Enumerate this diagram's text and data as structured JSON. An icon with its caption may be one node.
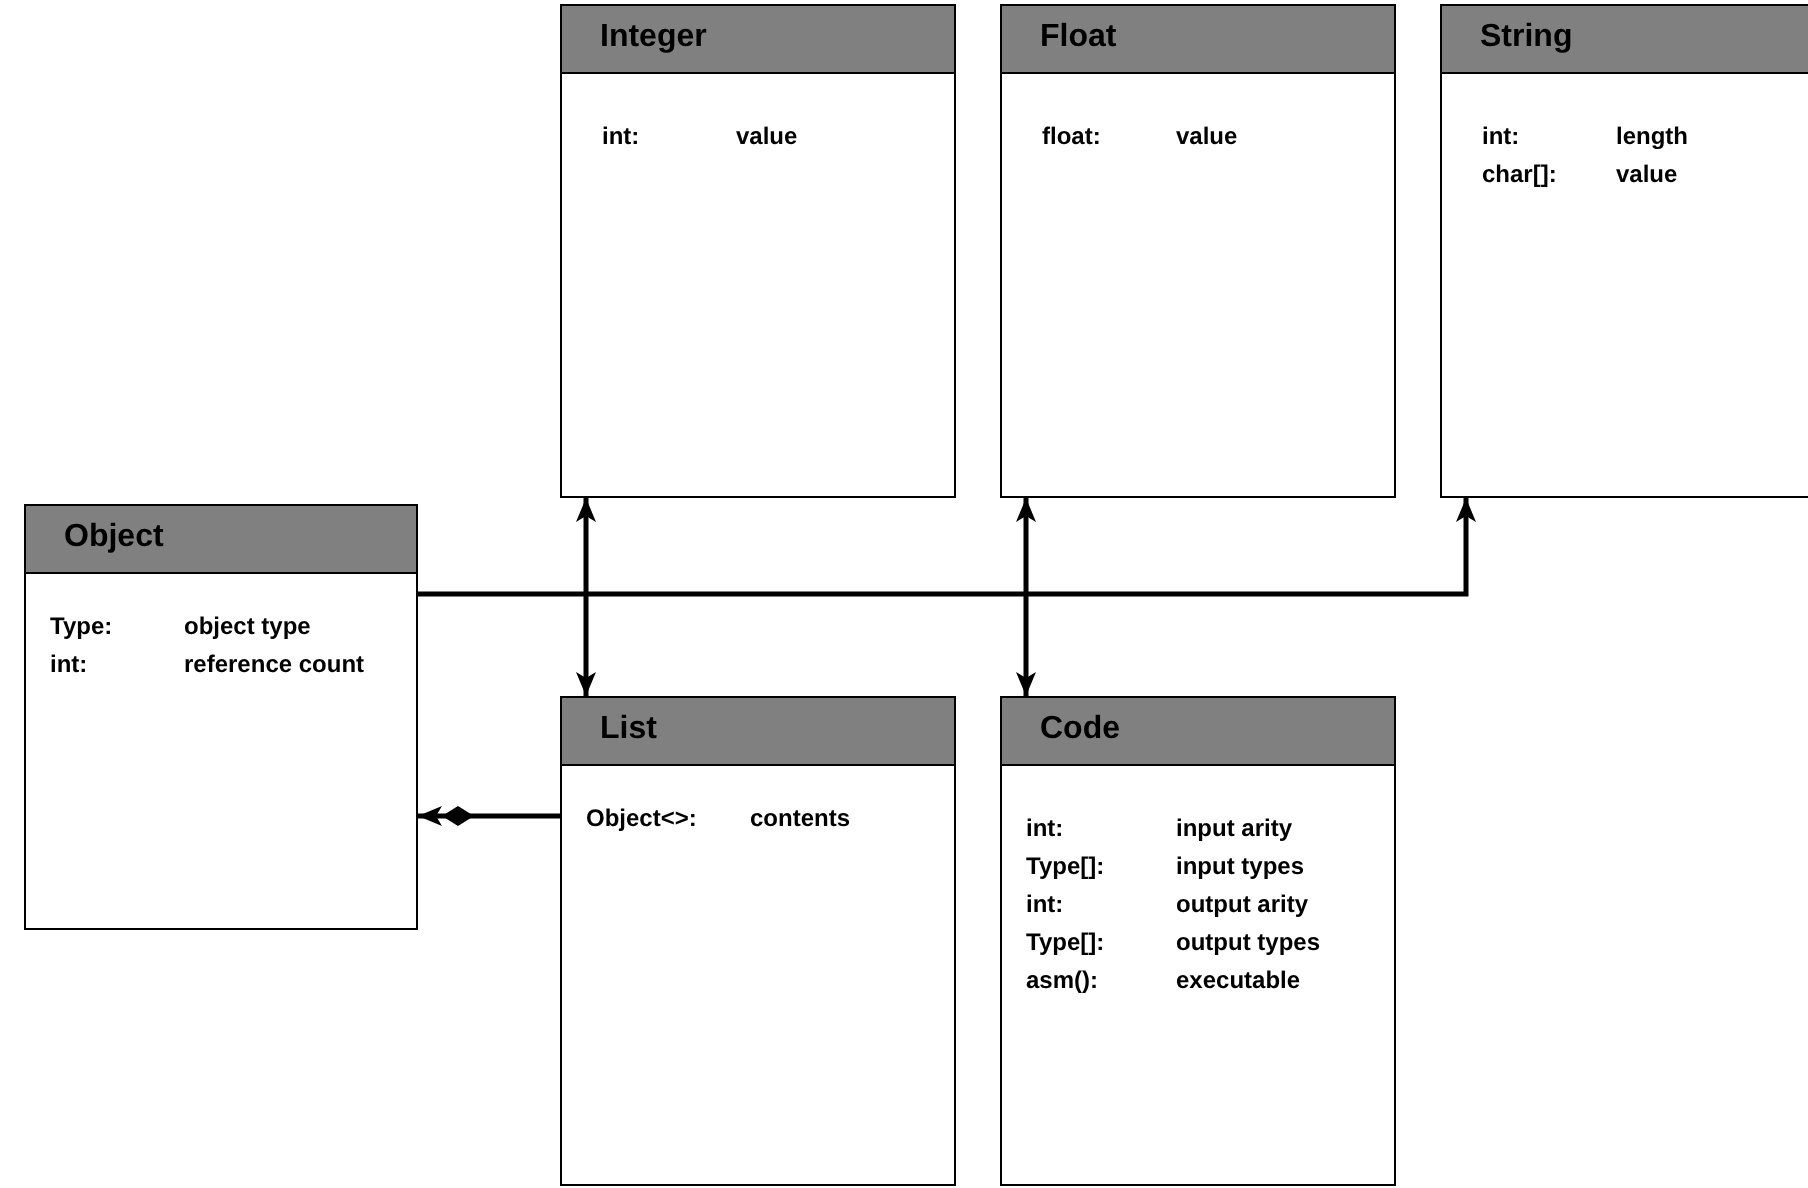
{
  "diagram": {
    "nodes": [
      {
        "text": [
          "Object",
          "Type:",
          "object type",
          "int:",
          "reference count"
        ]
      },
      {
        "text": [
          "Integer",
          "int:",
          "value"
        ]
      },
      {
        "text": [
          "Float",
          "float:",
          "value"
        ]
      },
      {
        "text": [
          "String",
          "int:",
          "length",
          "char[]:",
          "value"
        ]
      },
      {
        "text": [
          "List",
          "Object<>:",
          "contents"
        ]
      },
      {
        "text": [
          "Code",
          "int:",
          "input arity",
          "Type[]:",
          "input types",
          "int:",
          "output arity",
          "Type[]:",
          "output types",
          "asm():",
          "executable"
        ]
      }
    ],
    "edges": [
      {
        "from": 0,
        "to": 3,
        "arrow": "to"
      },
      {
        "from": 1,
        "to": 4,
        "arrow": "both"
      },
      {
        "from": 2,
        "to": 5,
        "arrow": "both"
      },
      {
        "from": 4,
        "to": 0,
        "arrow": "to"
      }
    ]
  }
}
